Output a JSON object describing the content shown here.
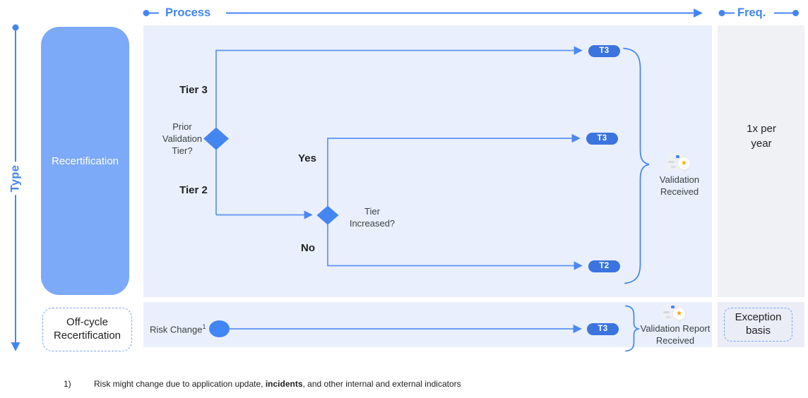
{
  "axes": {
    "process": "Process",
    "freq": "Freq.",
    "type": "Type"
  },
  "type_column": {
    "recertification": "Recertification",
    "off_cycle": "Off-cycle Recertification"
  },
  "flow": {
    "tier3": "Tier 3",
    "tier2": "Tier 2",
    "decision_prior": "Prior Validation Tier?",
    "decision_increased": "Tier Increased?",
    "yes": "Yes",
    "no": "No",
    "pill_top": "T3",
    "pill_yes": "T3",
    "pill_no": "T2",
    "outcome": "Validation Received"
  },
  "off_cycle_flow": {
    "trigger": "Risk Change",
    "trigger_sup": "1",
    "pill": "T3",
    "outcome": "Validation Report Received"
  },
  "frequency": {
    "recert": "1x per year",
    "off_cycle": "Exception basis"
  },
  "footnote": {
    "marker": "1)",
    "text_pre": "Risk might change due to application update, ",
    "text_bold": "incidents",
    "text_post": ", and other internal and external indicators"
  },
  "colors": {
    "accent_blue": "#4285F4",
    "connector_blue": "#5B92F3",
    "pill_blue": "#3B74DE",
    "recert_fill": "#7CA9F8",
    "panel_blue": "#E9EFFC",
    "panel_gray": "#F0F1F4",
    "dashed_border": "#79A6F6",
    "star_yellow": "#F9AB00"
  },
  "icons": {
    "validation": "certificate-icon",
    "report": "certificate-icon"
  }
}
